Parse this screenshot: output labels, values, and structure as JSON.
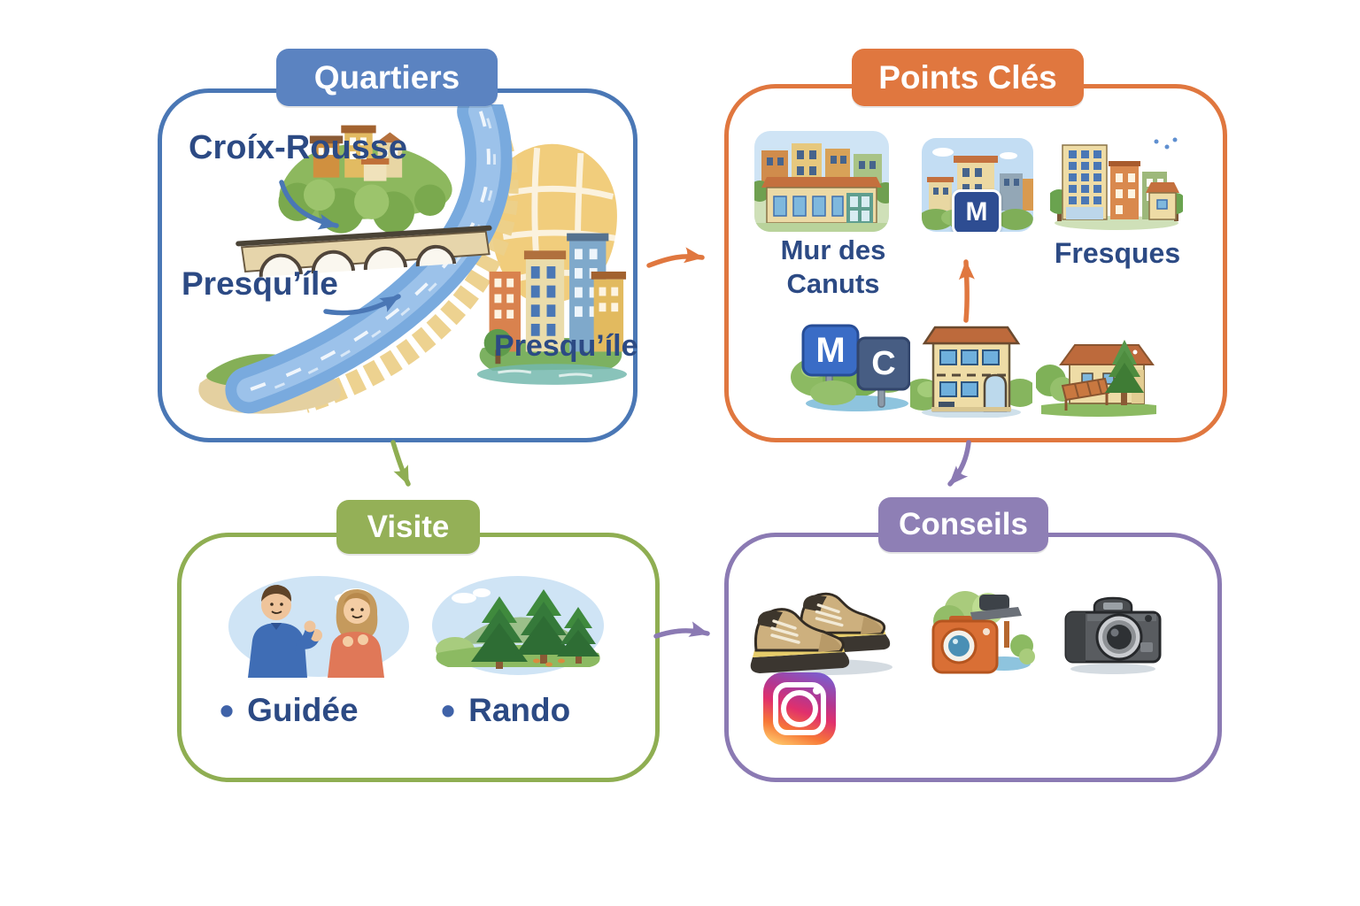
{
  "boxes": {
    "quartiers": {
      "title": "Quartiers",
      "labels": {
        "croix_rousse": "Croíx-Rousse",
        "presquile": "Presqu’íle",
        "presquile_2": "Presqu’íle"
      }
    },
    "points_cles": {
      "title": "Points Clés",
      "labels": {
        "mur_line1": "Mur des",
        "mur_line2": "Canuts",
        "fresques": "Fresques"
      },
      "metro_letter": "M",
      "sign_m": "M",
      "sign_c": "C"
    },
    "visite": {
      "title": "Visite",
      "items": [
        {
          "bullet": "•",
          "label": "Guidée"
        },
        {
          "bullet": "•",
          "label": "Rando"
        }
      ]
    },
    "conseils": {
      "title": "Conseils"
    }
  },
  "colors": {
    "blue_badge": "#5b83c1",
    "blue_border": "#4a77b5",
    "orange_accent": "#e0773f",
    "green_badge": "#94b057",
    "green_border": "#8fae52",
    "purple_badge": "#8e7fb5",
    "purple_border": "#8b7ab3",
    "label_text": "#2c4a84",
    "metro_badge_blue": "#2e4d92",
    "sign_m_blue": "#3a6cc6",
    "sign_c_slate": "#475d83"
  },
  "icons": [
    "lyon-rivers-map-illustration",
    "mur-des-canuts-illustration",
    "metro-m-icon",
    "fresques-buildings-illustration",
    "mc-street-signs-illustration",
    "museum-building-illustration",
    "country-house-illustration",
    "guided-tour-couple-illustration",
    "forest-trail-illustration",
    "hiking-boots-icon",
    "compact-camera-illustration",
    "dslr-camera-icon",
    "instagram-icon"
  ]
}
